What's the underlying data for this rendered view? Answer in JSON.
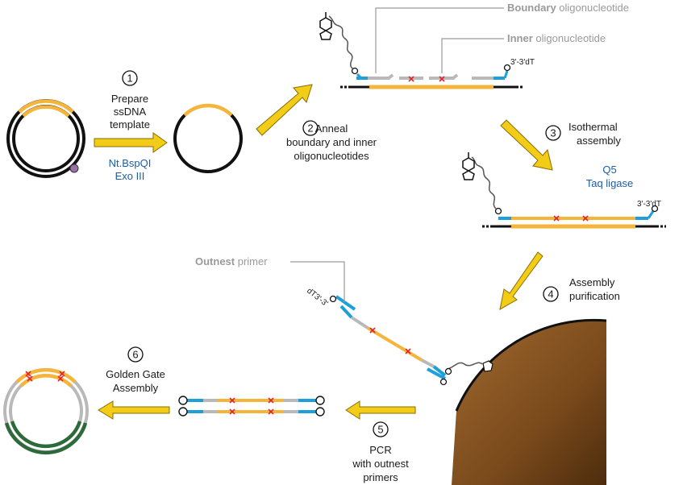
{
  "colors": {
    "gold": "#f5b53a",
    "arrow": "#f2cc17",
    "arrow_outline": "#8a6d00",
    "blue": "#1e9fdb",
    "grey": "#b9b9b9",
    "green": "#2c6a3a",
    "brown": "#7a4a1c",
    "mutation": "#e0262a",
    "label_blue": "#1a5ea8"
  },
  "steps": [
    {
      "number": "1",
      "lines": [
        "Prepare",
        "ssDNA",
        "template"
      ],
      "enzymes": [
        "Nt.BspQI",
        "Exo III"
      ]
    },
    {
      "number": "2",
      "lines": [
        "Anneal",
        "boundary and inner",
        "oligonucleotides"
      ]
    },
    {
      "number": "3",
      "lines": [
        "Isothermal",
        "assembly"
      ],
      "enzymes": [
        "Q5",
        "Taq ligase"
      ]
    },
    {
      "number": "4",
      "lines": [
        "Assembly",
        "purification"
      ]
    },
    {
      "number": "5",
      "lines": [
        "PCR",
        "with outnest",
        "primers"
      ]
    },
    {
      "number": "6",
      "lines": [
        "Golden Gate",
        "Assembly"
      ]
    }
  ],
  "callouts": {
    "boundary": {
      "bold": "Boundary",
      "rest": " oligonucleotide"
    },
    "inner": {
      "bold": "Inner",
      "rest": " oligonucleotide"
    },
    "outnest": {
      "bold": "Outnest",
      "rest": " primer"
    }
  },
  "end_labels": {
    "top": "3'-3'dT",
    "middle": "3'-3'dT",
    "primer": "dT3'-3'"
  },
  "icons": [
    "biotin-icon",
    "streptavidin-bead-icon",
    "mutation-x-icon"
  ]
}
